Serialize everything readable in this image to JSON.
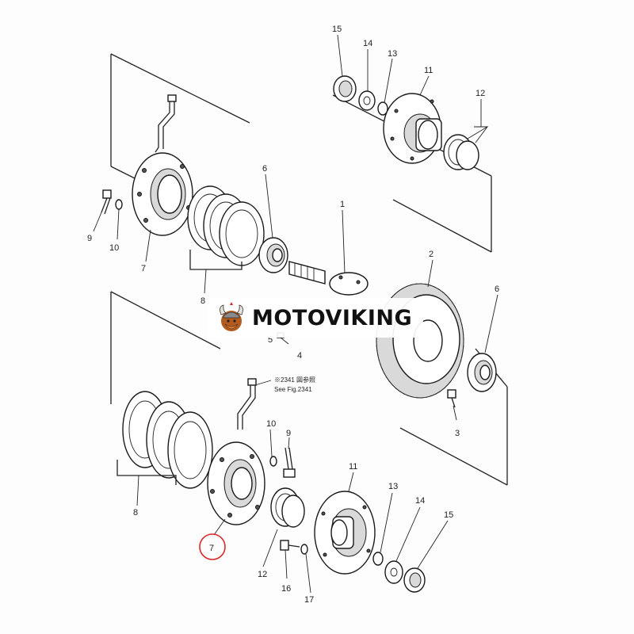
{
  "labels": {
    "p1": "1",
    "p2": "2",
    "p3": "3",
    "p4": "4",
    "p5": "5",
    "p6": "6",
    "p6b": "6",
    "p7": "7",
    "p7b": "7",
    "p8": "8",
    "p8b": "8",
    "p9": "9",
    "p9b": "9",
    "p10": "10",
    "p10b": "10",
    "p11": "11",
    "p11b": "11",
    "p12": "12",
    "p12b": "12",
    "p13": "13",
    "p13b": "13",
    "p14": "14",
    "p14b": "14",
    "p15": "15",
    "p15b": "15",
    "p16": "16",
    "p17": "17"
  },
  "note": {
    "line1": "※2341 図参照",
    "line2": "See Fig.2341"
  },
  "watermark": {
    "text": "MOTOVIKING"
  },
  "highlight_color": "#d62828"
}
